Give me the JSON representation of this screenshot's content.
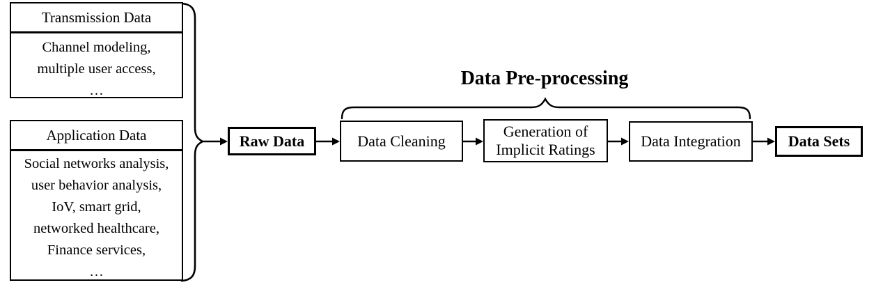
{
  "diagram": {
    "title": "Data Pre-processing",
    "sources": [
      {
        "title": "Transmission Data",
        "items": [
          "Channel modeling,",
          "multiple user access,",
          "…"
        ]
      },
      {
        "title": "Application Data",
        "items": [
          "Social networks analysis,",
          "user behavior analysis,",
          "IoV, smart grid,",
          "networked healthcare,",
          "Finance services,",
          "…"
        ]
      }
    ],
    "flow": {
      "raw_data": "Raw Data",
      "data_cleaning": "Data Cleaning",
      "implicit_ratings": "Generation of Implicit Ratings",
      "data_integration": "Data Integration",
      "data_sets": "Data Sets"
    },
    "colors": {
      "stroke": "#000000",
      "background": "#ffffff",
      "text": "#000000"
    }
  }
}
